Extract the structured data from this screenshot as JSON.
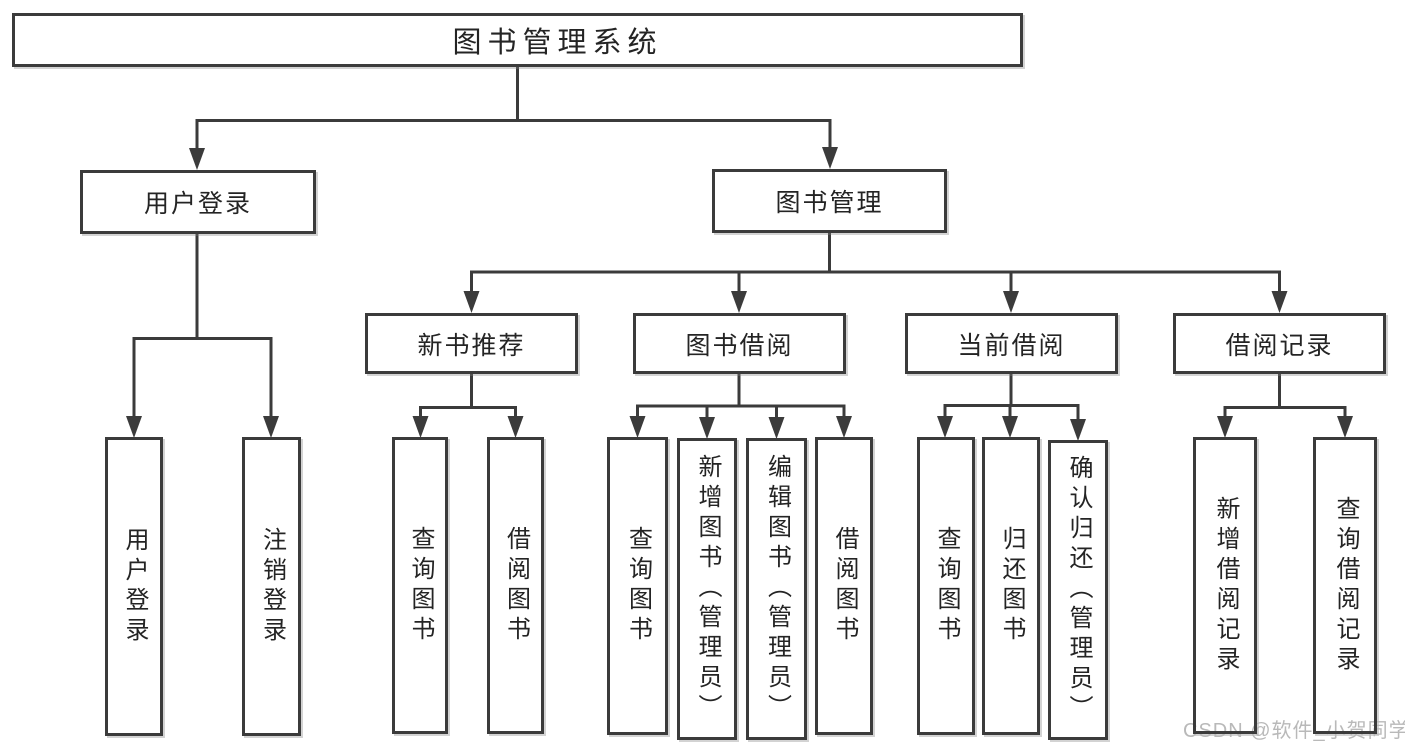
{
  "diagram": {
    "title": "图书管理系统",
    "branches": [
      {
        "label": "用户登录",
        "leaves": [
          "用户登录",
          "注销登录"
        ]
      },
      {
        "label": "图书管理",
        "groups": [
          {
            "label": "新书推荐",
            "leaves": [
              "查询图书",
              "借阅图书"
            ]
          },
          {
            "label": "图书借阅",
            "leaves": [
              "查询图书",
              "新增图书（管理员）",
              "编辑图书（管理员）",
              "借阅图书"
            ]
          },
          {
            "label": "当前借阅",
            "leaves": [
              "查询图书",
              "归还图书",
              "确认归还（管理员）"
            ]
          },
          {
            "label": "借阅记录",
            "leaves": [
              "新增借阅记录",
              "查询借阅记录"
            ]
          }
        ]
      }
    ]
  },
  "colors": {
    "line": "#3b3b3b",
    "text": "#242424",
    "watermark": "#b9b9b9"
  },
  "watermark": {
    "text": "CSDN @软件_小贺同学"
  }
}
